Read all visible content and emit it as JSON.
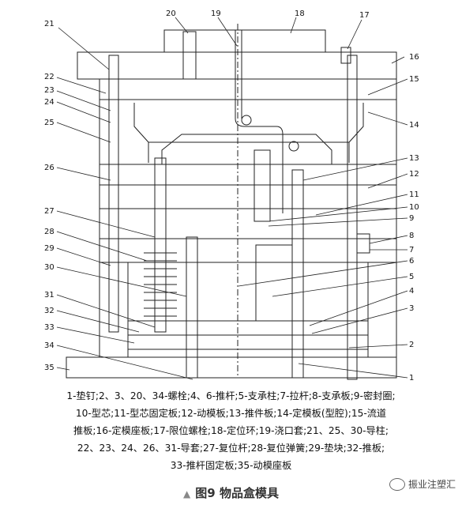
{
  "callouts": [
    "20",
    "19",
    "18",
    "17",
    "21",
    "16",
    "22",
    "15",
    "23",
    "24",
    "14",
    "25",
    "13",
    "26",
    "12",
    "11",
    "10",
    "27",
    "9",
    "28",
    "8",
    "29",
    "7",
    "6",
    "30",
    "5",
    "31",
    "4",
    "32",
    "3",
    "33",
    "2",
    "34",
    "35",
    "1"
  ],
  "legend_lines": [
    "1-垫钉;2、3、20、34-螺栓;4、6-推杆;5-支承柱;7-拉杆;8-支承板;9-密封圈;",
    "10-型芯;11-型芯固定板;12-动模板;13-推件板;14-定模板(型腔);15-流道",
    "推板;16-定模座板;17-限位螺栓;18-定位环;19-浇口套;21、25、30-导柱;",
    "22、23、24、26、31-导套;27-复位杆;28-复位弹簧;29-垫块;32-推板;",
    "33-推杆固定板;35-动模座板"
  ],
  "caption": "图9 物品盒模具",
  "watermark": "振业注塑汇"
}
